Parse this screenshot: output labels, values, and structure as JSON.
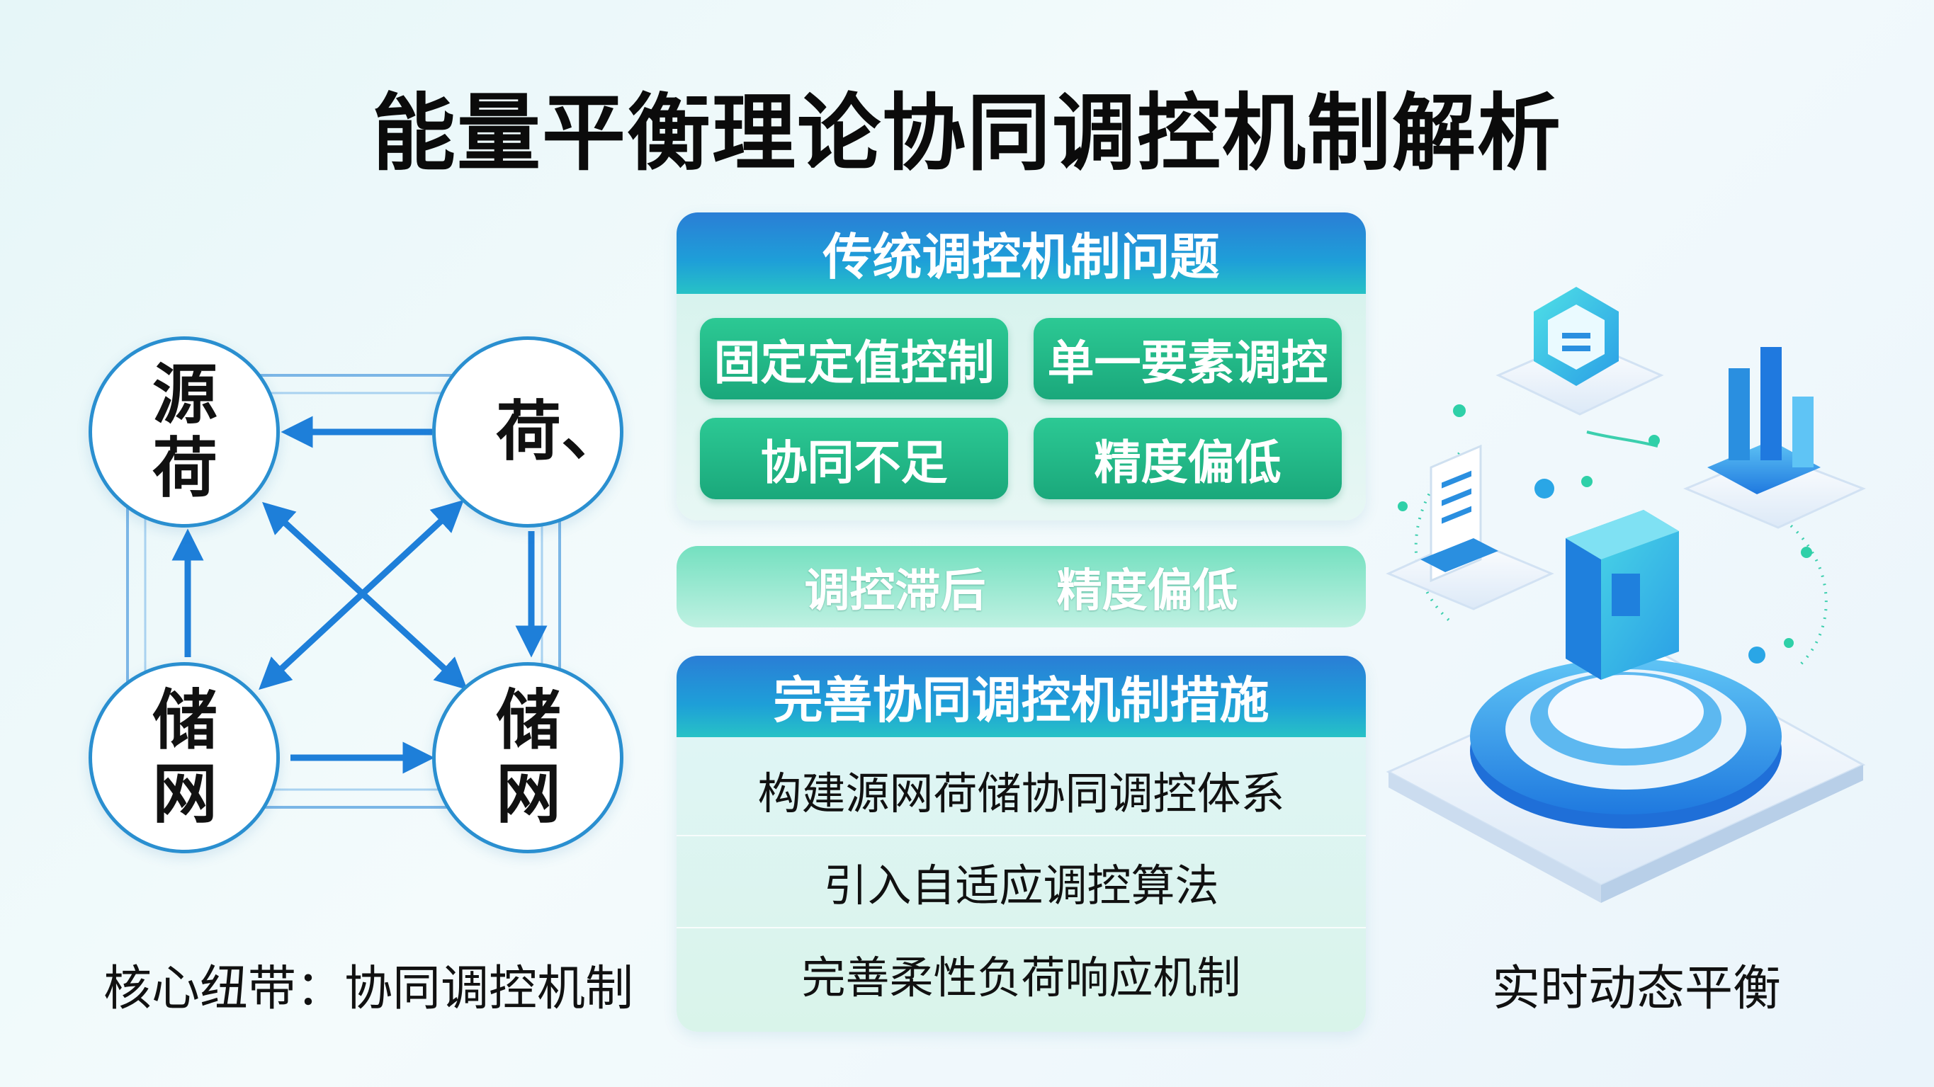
{
  "title": "能量平衡理论协同调控机制解析",
  "left_diagram": {
    "nodes": [
      {
        "id": "top-left",
        "label": "源荷"
      },
      {
        "id": "top-right",
        "label": "荷、"
      },
      {
        "id": "bottom-left",
        "label": "储网"
      },
      {
        "id": "bottom-right",
        "label": "储网"
      }
    ],
    "caption": "核心纽带：协同调控机制"
  },
  "problems": {
    "header": "传统调控机制问题",
    "items": [
      "固定定值控制",
      "单一要素调控",
      "协同不足",
      "精度偏低"
    ],
    "bar": [
      "调控滞后",
      "精度偏低"
    ]
  },
  "measures": {
    "header": "完善协同调控机制措施",
    "items": [
      "构建源网荷储协同调控体系",
      "引入自适应调控算法",
      "完善柔性负荷响应机制"
    ]
  },
  "right": {
    "caption": "实时动态平衡"
  },
  "colors": {
    "blue": "#1e7fd9",
    "green": "#1fb885",
    "teal": "#27c2c6"
  }
}
